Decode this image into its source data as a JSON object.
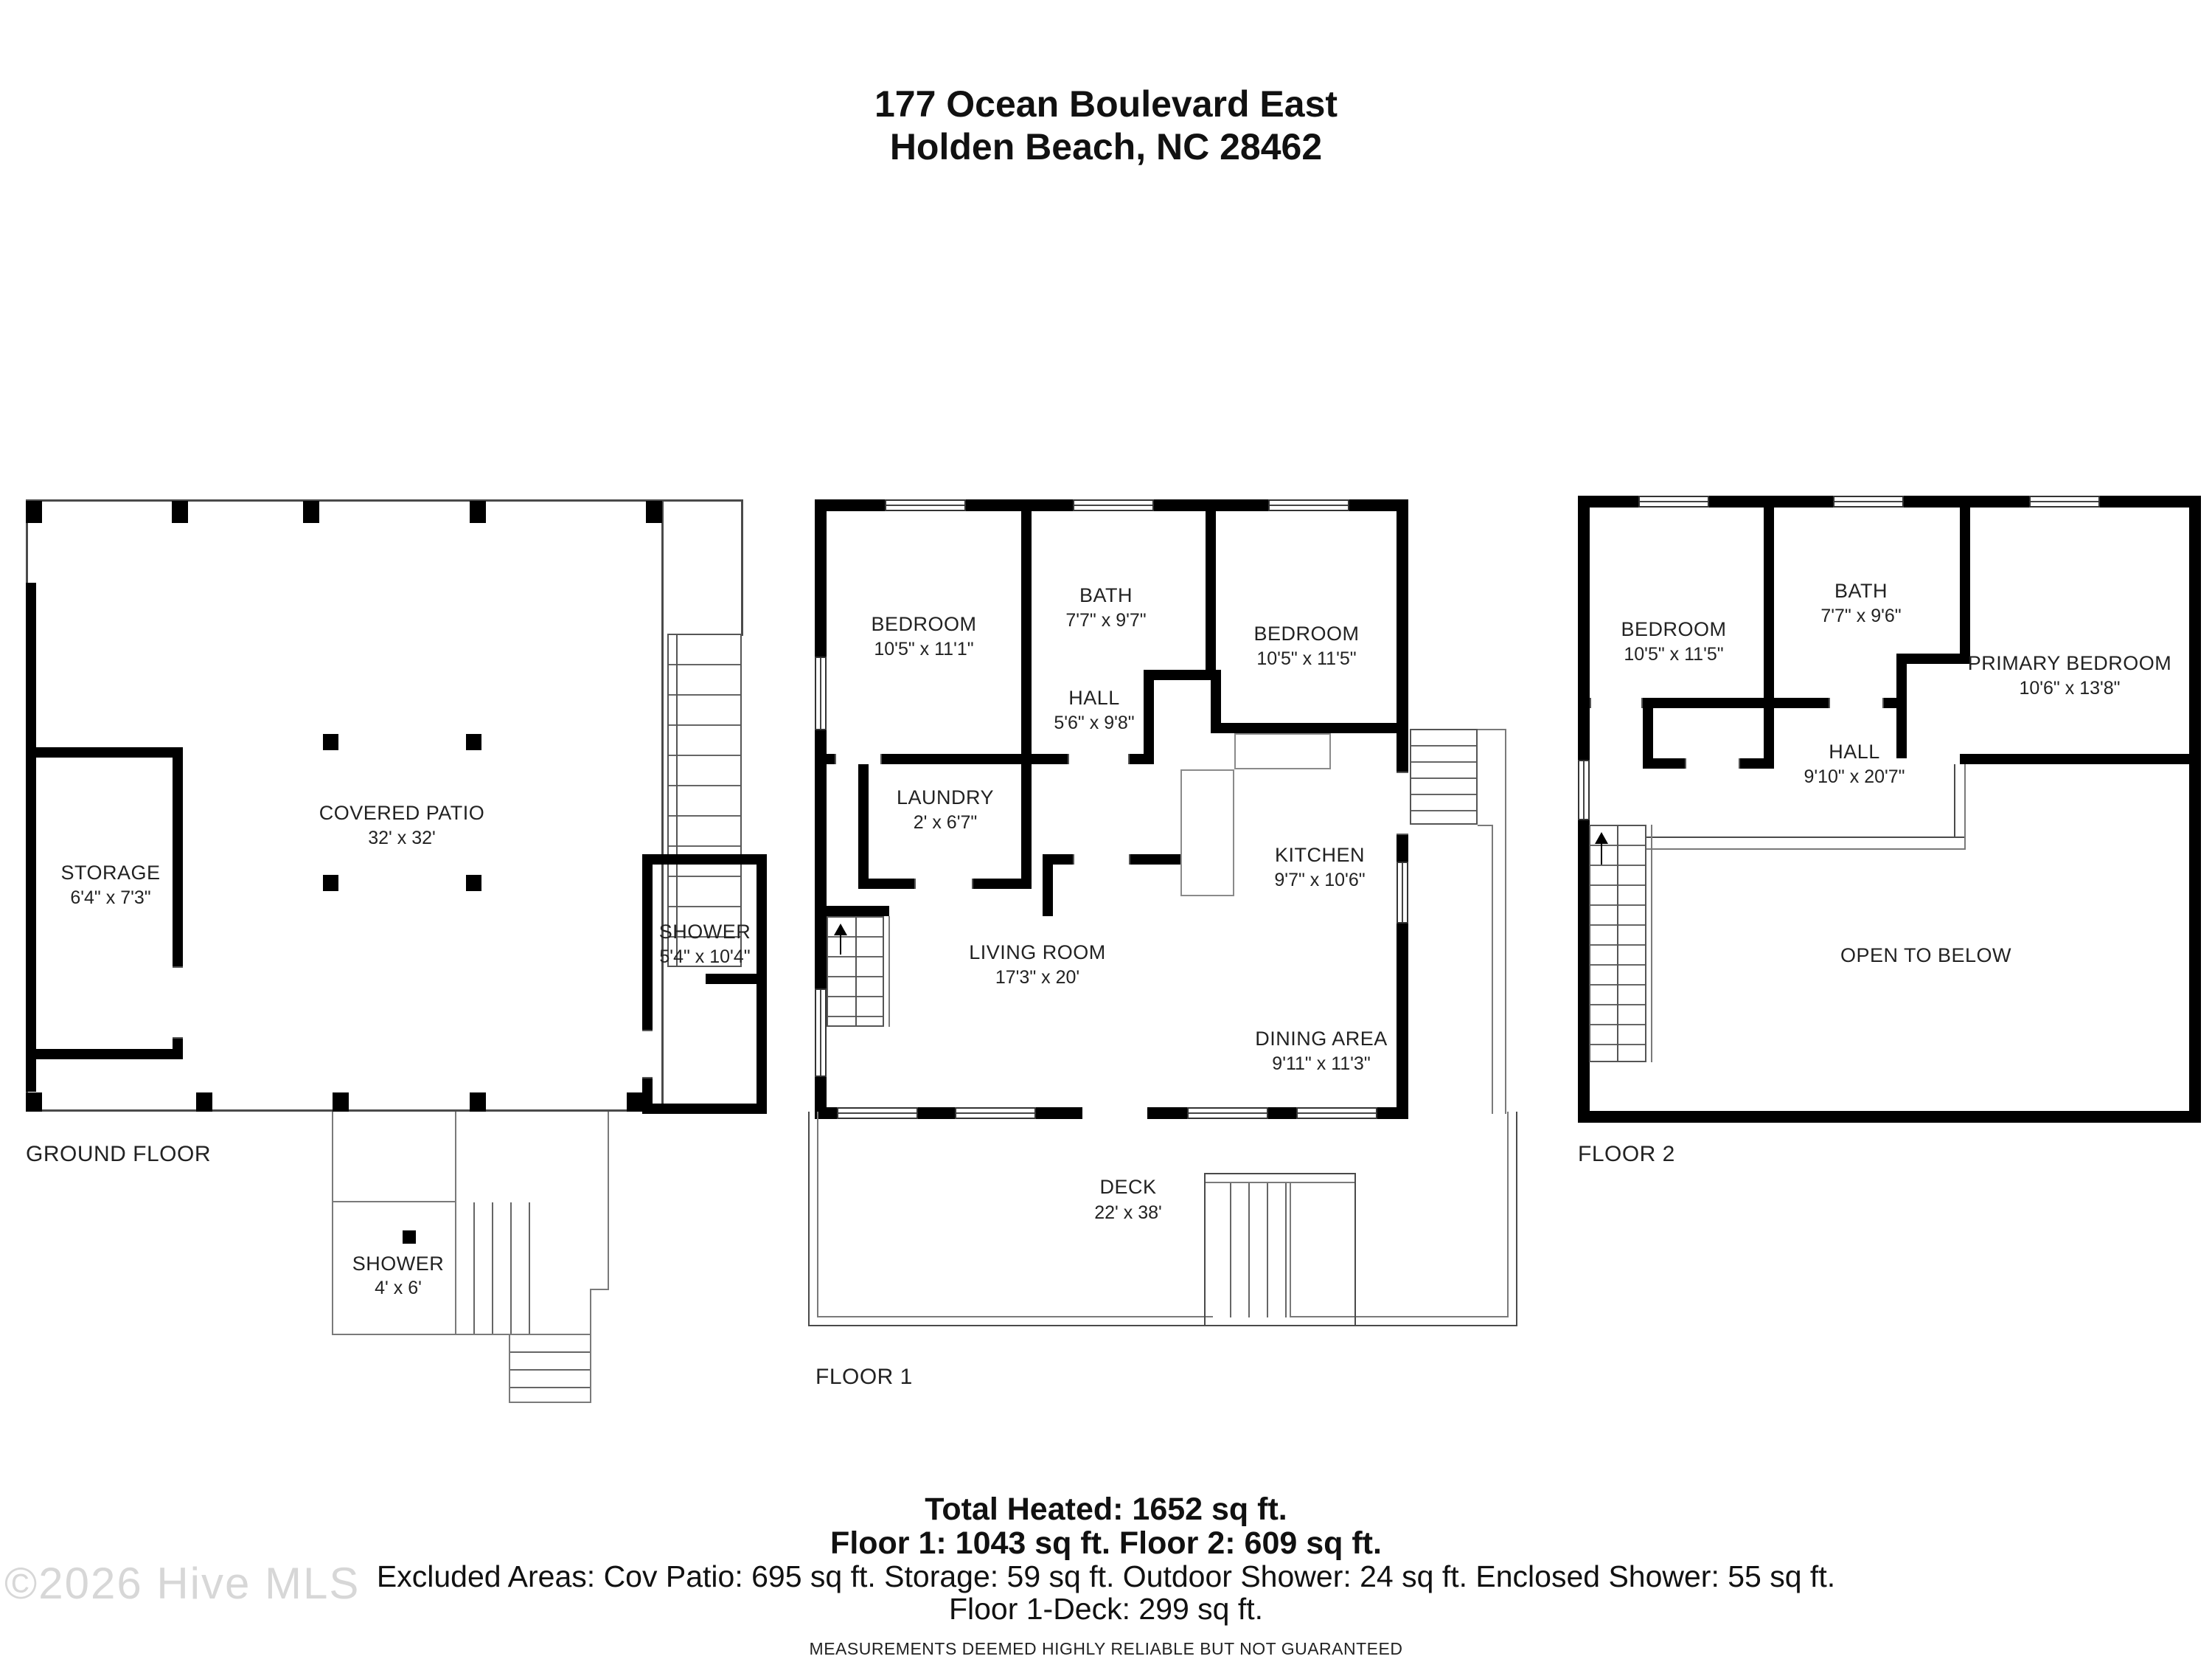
{
  "header": {
    "line1": "177 Ocean Boulevard East",
    "line2": "Holden Beach, NC 28462"
  },
  "plans": {
    "ground": {
      "label": "GROUND FLOOR",
      "rooms": {
        "storage": {
          "name": "STORAGE",
          "dims": "6'4\" x 7'3\""
        },
        "patio": {
          "name": "COVERED PATIO",
          "dims": "32' x 32'"
        },
        "shower_enclosed": {
          "name": "SHOWER",
          "dims": "5'4\" x 10'4\""
        },
        "shower_outdoor": {
          "name": "SHOWER",
          "dims": "4' x 6'"
        }
      }
    },
    "floor1": {
      "label": "FLOOR 1",
      "rooms": {
        "bedroom1": {
          "name": "BEDROOM",
          "dims": "10'5\" x 11'1\""
        },
        "bath": {
          "name": "BATH",
          "dims": "7'7\" x 9'7\""
        },
        "bedroom2": {
          "name": "BEDROOM",
          "dims": "10'5\" x 11'5\""
        },
        "hall": {
          "name": "HALL",
          "dims": "5'6\" x 9'8\""
        },
        "laundry": {
          "name": "LAUNDRY",
          "dims": "2' x 6'7\""
        },
        "kitchen": {
          "name": "KITCHEN",
          "dims": "9'7\" x 10'6\""
        },
        "living": {
          "name": "LIVING ROOM",
          "dims": "17'3\" x 20'"
        },
        "dining": {
          "name": "DINING AREA",
          "dims": "9'11\" x 11'3\""
        },
        "deck": {
          "name": "DECK",
          "dims": "22' x 38'"
        }
      }
    },
    "floor2": {
      "label": "FLOOR 2",
      "rooms": {
        "bedroom": {
          "name": "BEDROOM",
          "dims": "10'5\" x 11'5\""
        },
        "bath": {
          "name": "BATH",
          "dims": "7'7\" x 9'6\""
        },
        "primary": {
          "name": "PRIMARY BEDROOM",
          "dims": "10'6\" x 13'8\""
        },
        "hall": {
          "name": "HALL",
          "dims": "9'10\" x 20'7\""
        },
        "open": {
          "name": "OPEN TO BELOW"
        }
      }
    }
  },
  "summary": {
    "line1": "Total Heated: 1652 sq ft.",
    "line2": "Floor 1: 1043 sq ft. Floor 2: 609 sq ft.",
    "line3": "Excluded Areas: Cov Patio: 695 sq ft. Storage: 59 sq ft. Outdoor Shower: 24 sq ft. Enclosed Shower: 55 sq ft.",
    "line4": "Floor 1-Deck: 299 sq ft."
  },
  "footer": {
    "disclaimer": "MEASUREMENTS DEEMED HIGHLY RELIABLE BUT NOT GUARANTEED"
  },
  "watermark": "©2026 Hive MLS"
}
